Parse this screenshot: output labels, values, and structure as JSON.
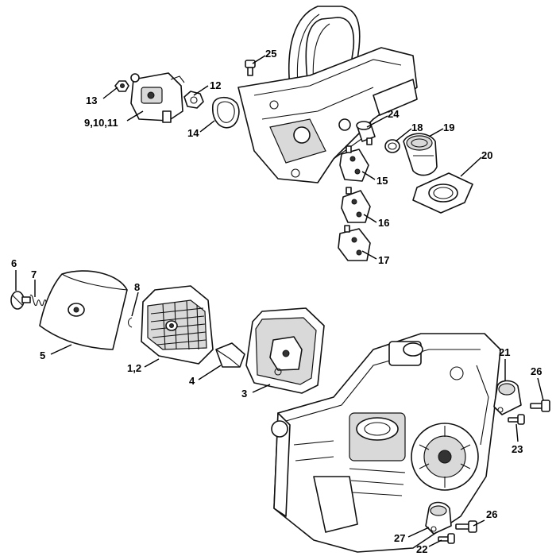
{
  "labels": {
    "l25": "25",
    "l12": "12",
    "l13": "13",
    "l9_10_11": "9,10,11",
    "l14": "14",
    "l24": "24",
    "l18": "18",
    "l19": "19",
    "l20": "20",
    "l15": "15",
    "l16": "16",
    "l17": "17",
    "l6": "6",
    "l7": "7",
    "l8": "8",
    "l5": "5",
    "l1_2": "1,2",
    "l4": "4",
    "l3": "3",
    "l21": "21",
    "l26a": "26",
    "l23": "23",
    "l26b": "26",
    "l27": "27",
    "l22": "22"
  },
  "colors": {
    "line": "#111111",
    "shade": "#d9d9d9",
    "background": "#ffffff"
  }
}
